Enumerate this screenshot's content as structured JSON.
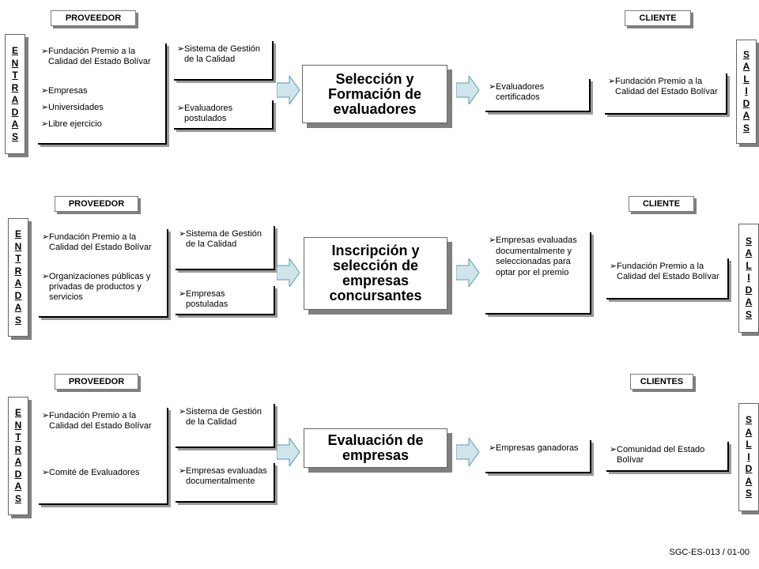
{
  "colors": {
    "arrow_fill": "#cfe5ec",
    "arrow_stroke": "#5f9aaa",
    "shadow": "#7f7f7f"
  },
  "rows": [
    {
      "proveedor": "PROVEEDOR",
      "cliente": "CLIENTE",
      "entradas_letters": [
        "E",
        "N",
        "T",
        "R",
        "A",
        "D",
        "A",
        "S"
      ],
      "salidas_letters": [
        "S",
        "A",
        "L",
        "I",
        "D",
        "A",
        "S"
      ],
      "suppliers": [
        "Fundación Premio a la Calidad del Estado Bolívar",
        "Empresas",
        "Universidades",
        "Libre ejercicio"
      ],
      "input_top": "Sistema de Gestión de la Calidad",
      "input_bottom": "Evaluadores postulados",
      "process": "Selección y Formación de evaluadores",
      "output": "Evaluadores certificados",
      "customers": "Fundación Premio a la Calidad del Estado Bolívar"
    },
    {
      "proveedor": "PROVEEDOR",
      "cliente": "CLIENTE",
      "entradas_letters": [
        "E",
        "N",
        "T",
        "R",
        "A",
        "D",
        "A",
        "S"
      ],
      "salidas_letters": [
        "S",
        "A",
        "L",
        "I",
        "D",
        "A",
        "S"
      ],
      "suppliers": [
        "Fundación Premio a la Calidad del Estado Bolívar",
        "Organizaciones públicas y privadas de productos y servicios"
      ],
      "input_top": "Sistema de Gestión de la Calidad",
      "input_bottom": "Empresas postuladas",
      "process": "Inscripción y selección de empresas concursantes",
      "output": "Empresas evaluadas documentalmente y seleccionadas para optar por el premio",
      "customers": "Fundación Premio a la Calidad del Estado Bolívar"
    },
    {
      "proveedor": "PROVEEDOR",
      "cliente": "CLIENTES",
      "entradas_letters": [
        "E",
        "N",
        "T",
        "R",
        "A",
        "D",
        "A",
        "S"
      ],
      "salidas_letters": [
        "S",
        "A",
        "L",
        "I",
        "D",
        "A",
        "S"
      ],
      "suppliers": [
        "Fundación Premio a la Calidad del Estado Bolívar",
        "Comité de Evaluadores"
      ],
      "input_top": "Sistema de Gestión de la Calidad",
      "input_bottom": "Empresas evaluadas documentalmente",
      "process": "Evaluación de empresas",
      "output": "Empresas ganadoras",
      "customers": "Comunidad del Estado Bolívar"
    }
  ],
  "footer": "SGC-ES-013 / 01-00"
}
